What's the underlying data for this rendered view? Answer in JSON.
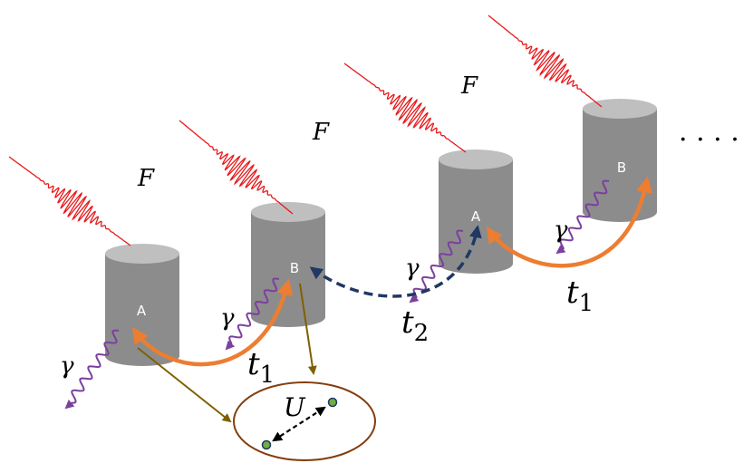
{
  "labels": {
    "drive": "F",
    "decay": "γ",
    "hop_1": "t",
    "hop_1_sub": "1",
    "hop_2": "t",
    "hop_2_sub": "2",
    "interaction": "U",
    "ellipsis": ". . . ."
  },
  "sites": {
    "pillar_1": "A",
    "pillar_2": "B",
    "pillar_3": "A",
    "pillar_4": "B"
  },
  "colors": {
    "pulse": "#e8191b",
    "decay": "#7b3fa0",
    "hop_intra": "#ed7d31",
    "hop_inter": "#1f3864",
    "projection": "#7f6000",
    "ellipse": "#843c0c",
    "dot": "#70ad47",
    "pillar_body": "#8c8c8c",
    "pillar_top": "#bfbfbf"
  }
}
